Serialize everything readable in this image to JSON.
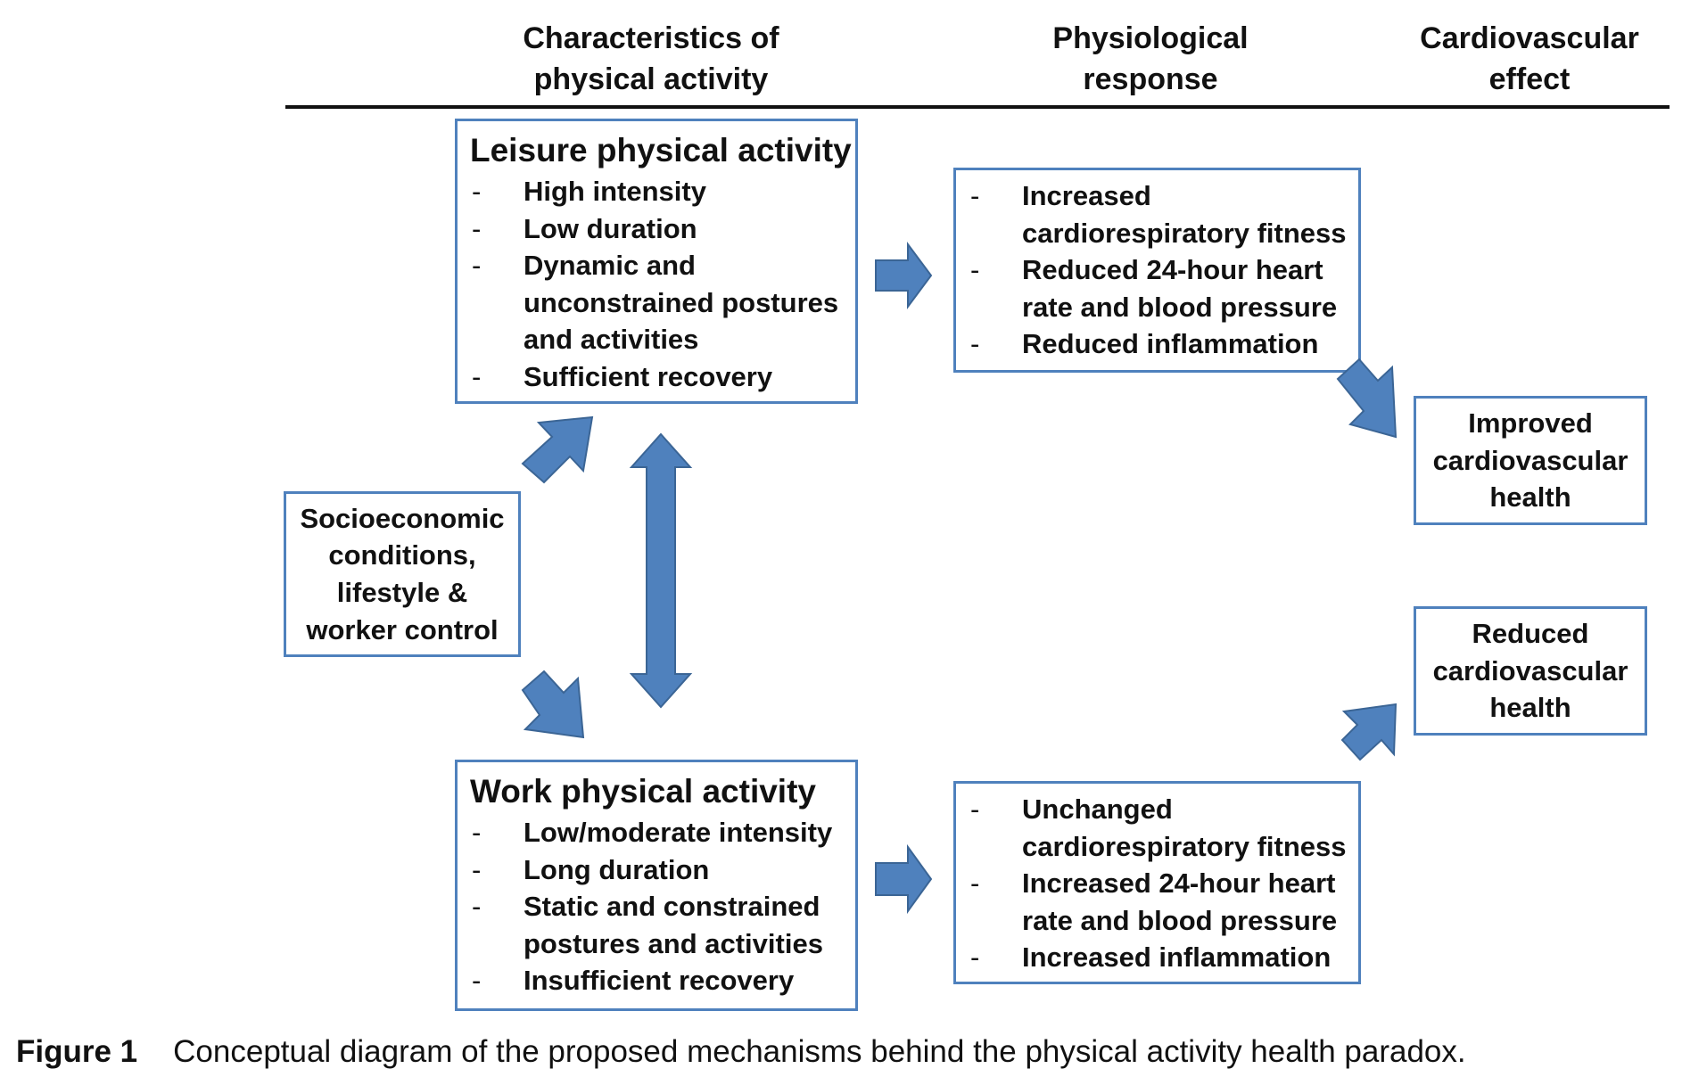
{
  "headers": {
    "characteristics": [
      "Characteristics of",
      "physical activity"
    ],
    "physiological": [
      "Physiological",
      "response"
    ],
    "cardiovascular": [
      "Cardiovascular",
      "effect"
    ]
  },
  "leisure": {
    "title": "Leisure physical activity",
    "items": [
      [
        "High intensity"
      ],
      [
        "Low duration"
      ],
      [
        "Dynamic and",
        "unconstrained postures",
        "and activities"
      ],
      [
        "Sufficient recovery"
      ]
    ]
  },
  "work": {
    "title": "Work physical activity",
    "items": [
      [
        "Low/moderate intensity"
      ],
      [
        "Long duration"
      ],
      [
        "Static and constrained",
        "postures and activities"
      ],
      [
        "Insufficient recovery"
      ]
    ]
  },
  "socio": {
    "lines": [
      "Socioeconomic",
      "conditions,",
      "lifestyle &",
      "worker control"
    ]
  },
  "response_leisure": {
    "items": [
      [
        "Increased",
        "cardiorespiratory fitness"
      ],
      [
        "Reduced 24-hour heart",
        "rate and blood pressure"
      ],
      [
        "Reduced inflammation"
      ]
    ]
  },
  "response_work": {
    "items": [
      [
        "Unchanged",
        "cardiorespiratory fitness"
      ],
      [
        "Increased 24-hour heart",
        "rate and blood pressure"
      ],
      [
        "Increased inflammation"
      ]
    ]
  },
  "improved": {
    "lines": [
      "Improved",
      "cardiovascular",
      "health"
    ]
  },
  "reduced": {
    "lines": [
      "Reduced",
      "cardiovascular",
      "health"
    ]
  },
  "caption": {
    "label": "Figure 1",
    "text": "Conceptual diagram of the proposed mechanisms behind the physical activity health paradox."
  },
  "colors": {
    "box_border": "#4f81bd",
    "arrow_fill": "#4f81bd",
    "arrow_stroke": "#3b6595"
  }
}
